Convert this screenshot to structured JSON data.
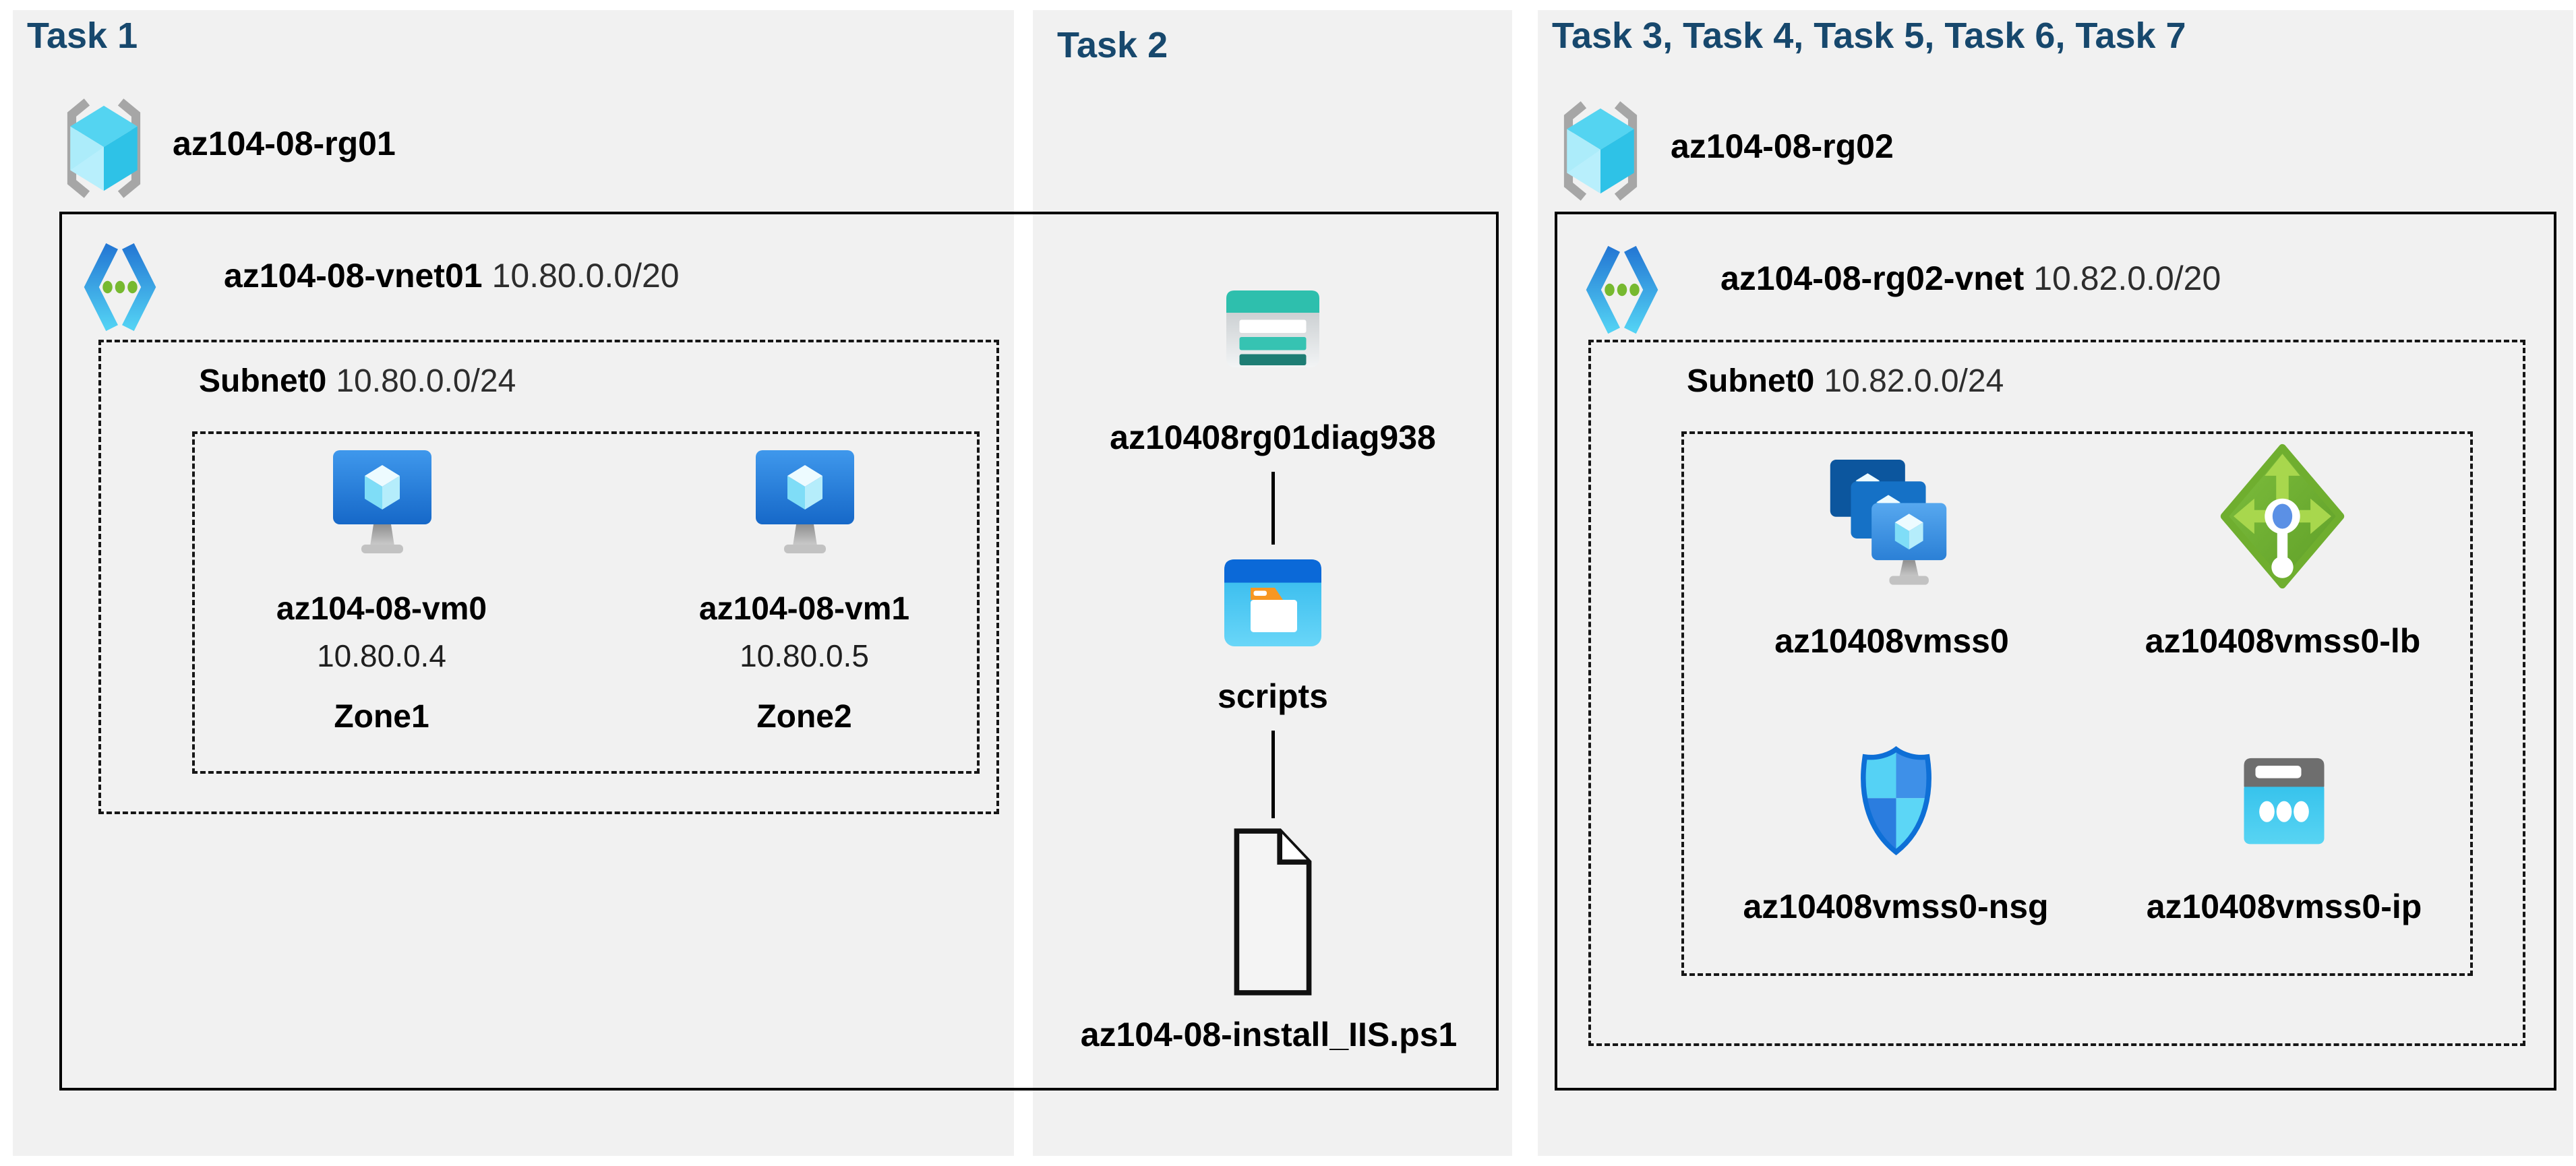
{
  "task1": {
    "title": "Task 1",
    "resource_group": "az104-08-rg01",
    "vnet_name": "az104-08-vnet01",
    "vnet_cidr": "10.80.0.0/20",
    "subnet_name": "Subnet0",
    "subnet_cidr": "10.80.0.0/24",
    "vms": [
      {
        "name": "az104-08-vm0",
        "ip": "10.80.0.4",
        "zone": "Zone1",
        "icon": "virtual-machine"
      },
      {
        "name": "az104-08-vm1",
        "ip": "10.80.0.5",
        "zone": "Zone2",
        "icon": "virtual-machine"
      }
    ]
  },
  "task2": {
    "title": "Task 2",
    "storage_account": "az10408rg01diag938",
    "container": "scripts",
    "file": "az104-08-install_IIS.ps1",
    "icons": [
      "storage-account",
      "blob-container",
      "file"
    ]
  },
  "task3": {
    "title": "Task 3, Task 4, Task 5, Task 6, Task 7",
    "resource_group": "az104-08-rg02",
    "vnet_name": "az104-08-rg02-vnet",
    "vnet_cidr": "10.82.0.0/20",
    "subnet_name": "Subnet0",
    "subnet_cidr": "10.82.0.0/24",
    "resources": [
      {
        "name": "az10408vmss0",
        "icon": "vm-scale-set"
      },
      {
        "name": "az10408vmss0-lb",
        "icon": "load-balancer"
      },
      {
        "name": "az10408vmss0-nsg",
        "icon": "network-security-group"
      },
      {
        "name": "az10408vmss0-ip",
        "icon": "public-ip-address"
      }
    ]
  },
  "colors": {
    "header_text": "#17486D",
    "panel_background": "#F1F1F1",
    "outline": "#000000",
    "vm_blue": "#2083DC",
    "vnet_blue": "#2478D4",
    "vnet_cyan": "#53D2F4",
    "dot_green": "#77B930",
    "lb_green": "#6FAE2F",
    "storage_teal": "#2EBFAD",
    "nsg_blue": "#0E6FD6",
    "ip_cyan": "#3AC6EE",
    "rg_gray": "#A6A6A6"
  }
}
